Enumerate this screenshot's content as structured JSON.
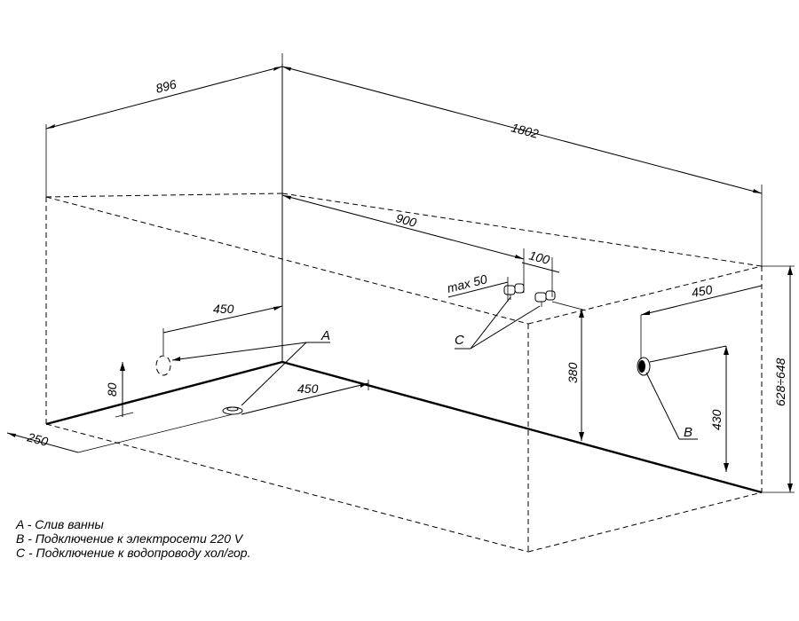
{
  "dimensions": {
    "width_total": "896",
    "length_total": "1802",
    "mixer_offset": "900",
    "pipe_spacing": "100",
    "pipe_max": "max 50",
    "drain_from_edge": "450",
    "drain_along": "450",
    "drain_height": "80",
    "drain_side": "250",
    "outlet_offset": "450",
    "pipe_height": "380",
    "outlet_height": "430",
    "leg_range": "628÷648"
  },
  "callouts": {
    "a": "A",
    "b": "B",
    "c": "C"
  },
  "legend": [
    "A - Слив ванны",
    "B - Подключение к электросети 220 V",
    "C - Подключение к водопроводу хол/гор."
  ]
}
